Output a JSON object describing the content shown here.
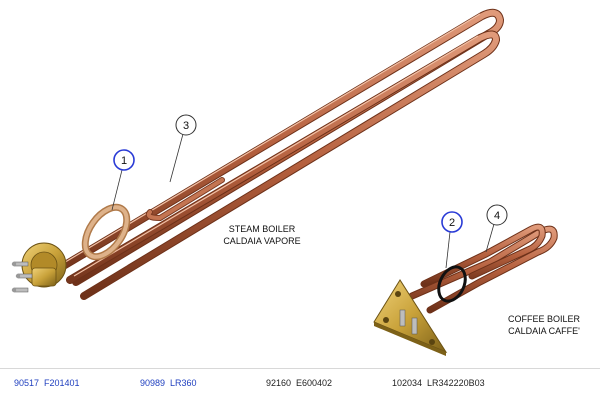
{
  "labels": {
    "steam_boiler": [
      "STEAM BOILER",
      "CALDAIA VAPORE"
    ],
    "coffee_boiler": [
      "COFFEE BOILER",
      "CALDAIA CAFFE'"
    ]
  },
  "callouts": [
    "1",
    "2",
    "3",
    "4"
  ],
  "parts": [
    {
      "code": "90517",
      "ref": "F201401",
      "link": true
    },
    {
      "code": "90989",
      "ref": "LR360",
      "link": true
    },
    {
      "code": "92160",
      "ref": "E600402",
      "link": false
    },
    {
      "code": "102034",
      "ref": "LR342220B03",
      "link": false
    }
  ],
  "colors": {
    "copper": "#b5603e",
    "copper_dark": "#7a3a22",
    "brass": "#c9a23a",
    "link": "#1f3fbf",
    "callout_highlight": "#2a3bd6"
  }
}
